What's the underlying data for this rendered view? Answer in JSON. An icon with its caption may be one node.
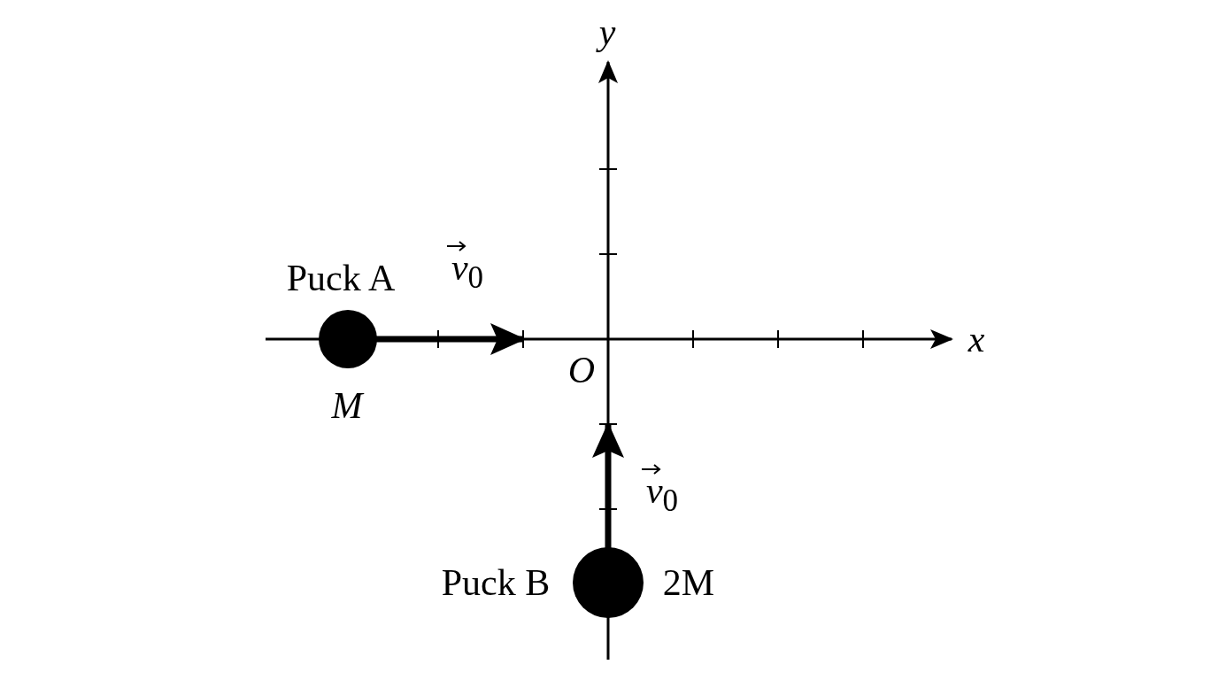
{
  "diagram": {
    "nodes": [
      {
        "text": [],
        "shape": "circle",
        "beside": [
          "Puck A",
          "*M*"
        ]
      },
      {
        "text": [],
        "shape": "circle",
        "beside": [
          "Puck B",
          "2M"
        ]
      }
    ],
    "labels": [
      "*y*",
      "*v*$_{0}$",
      "*x*",
      "*O*",
      "*v*$_{0}$"
    ]
  }
}
